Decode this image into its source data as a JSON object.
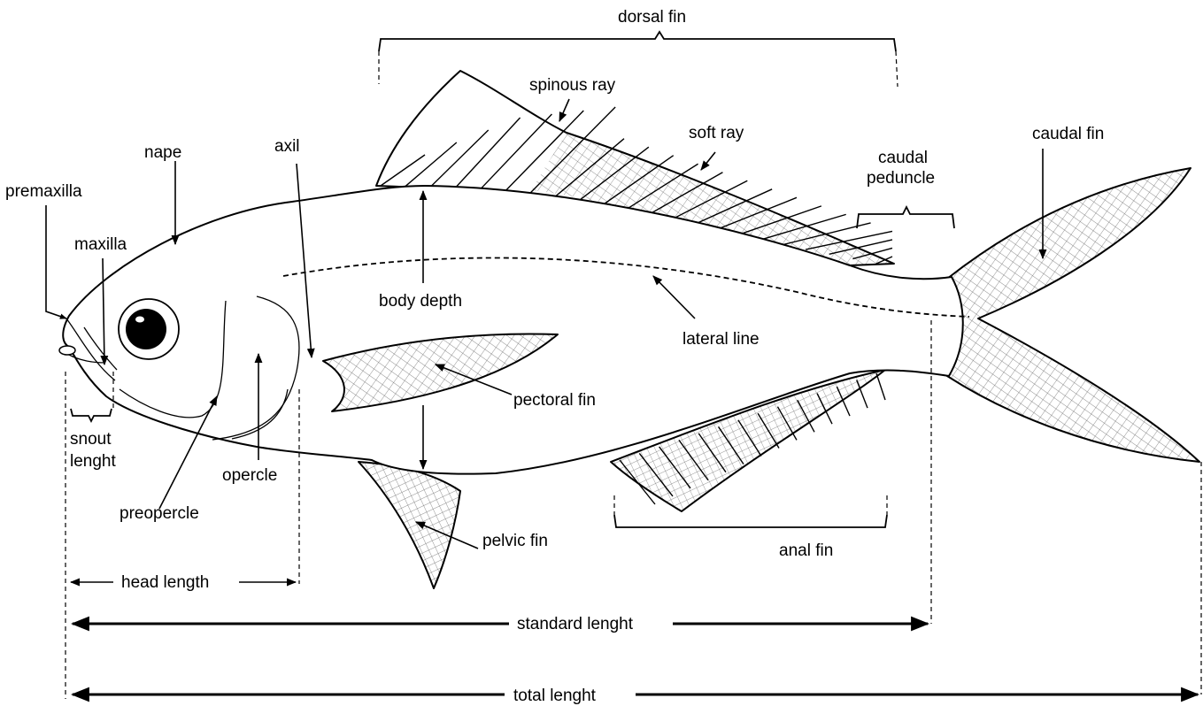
{
  "labels": {
    "dorsal_fin": "dorsal fin",
    "spinous_ray": "spinous ray",
    "soft_ray": "soft ray",
    "caudal_fin": "caudal fin",
    "caudal_peduncle_1": "caudal",
    "caudal_peduncle_2": "peduncle",
    "nape": "nape",
    "axil": "axil",
    "premaxilla": "premaxilla",
    "maxilla": "maxilla",
    "body_depth": "body depth",
    "lateral_line": "lateral line",
    "pectoral_fin": "pectoral fin",
    "snout_length_1": "snout",
    "snout_length_2": "lenght",
    "opercle": "opercle",
    "preopercle": "preopercle",
    "pelvic_fin": "pelvic fin",
    "anal_fin": "anal fin",
    "head_length": "head length",
    "standard_length": "standard lenght",
    "total_length": "total lenght"
  }
}
